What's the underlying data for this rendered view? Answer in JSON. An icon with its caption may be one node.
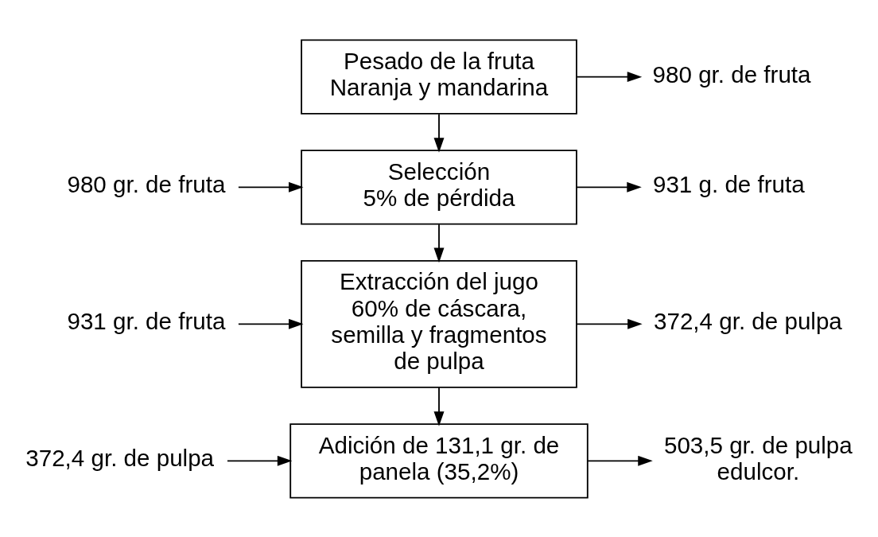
{
  "diagram": {
    "nodes": [
      {
        "text": [
          "Pesado de la fruta",
          "Naranja y mandarina"
        ]
      },
      {
        "text": [
          "980 gr. de fruta"
        ]
      },
      {
        "text": [
          "980 gr. de fruta"
        ]
      },
      {
        "text": [
          "Selección",
          "5% de pérdida"
        ]
      },
      {
        "text": [
          "931 g. de fruta"
        ]
      },
      {
        "text": [
          "931 gr. de fruta"
        ]
      },
      {
        "text": [
          "Extracción del jugo",
          "60% de cáscara, semilla y fragmentos de pulpa"
        ]
      },
      {
        "text": [
          "372,4 gr. de pulpa"
        ]
      },
      {
        "text": [
          "372,4 gr. de pulpa"
        ]
      },
      {
        "text": [
          "Adición de 131,1 gr. de panela (35,2%)"
        ]
      },
      {
        "text": [
          "503,5 gr. de pulpa edulcor."
        ]
      }
    ],
    "edges": [
      {
        "from": 0,
        "to": 1,
        "arrow": "to"
      },
      {
        "from": 0,
        "to": 3,
        "arrow": "to"
      },
      {
        "from": 2,
        "to": 3,
        "arrow": "to"
      },
      {
        "from": 3,
        "to": 4,
        "arrow": "to"
      },
      {
        "from": 3,
        "to": 6,
        "arrow": "to"
      },
      {
        "from": 5,
        "to": 6,
        "arrow": "to"
      },
      {
        "from": 6,
        "to": 7,
        "arrow": "to"
      },
      {
        "from": 6,
        "to": 9,
        "arrow": "to"
      },
      {
        "from": 8,
        "to": 9,
        "arrow": "to"
      },
      {
        "from": 9,
        "to": 10,
        "arrow": "to"
      }
    ]
  }
}
